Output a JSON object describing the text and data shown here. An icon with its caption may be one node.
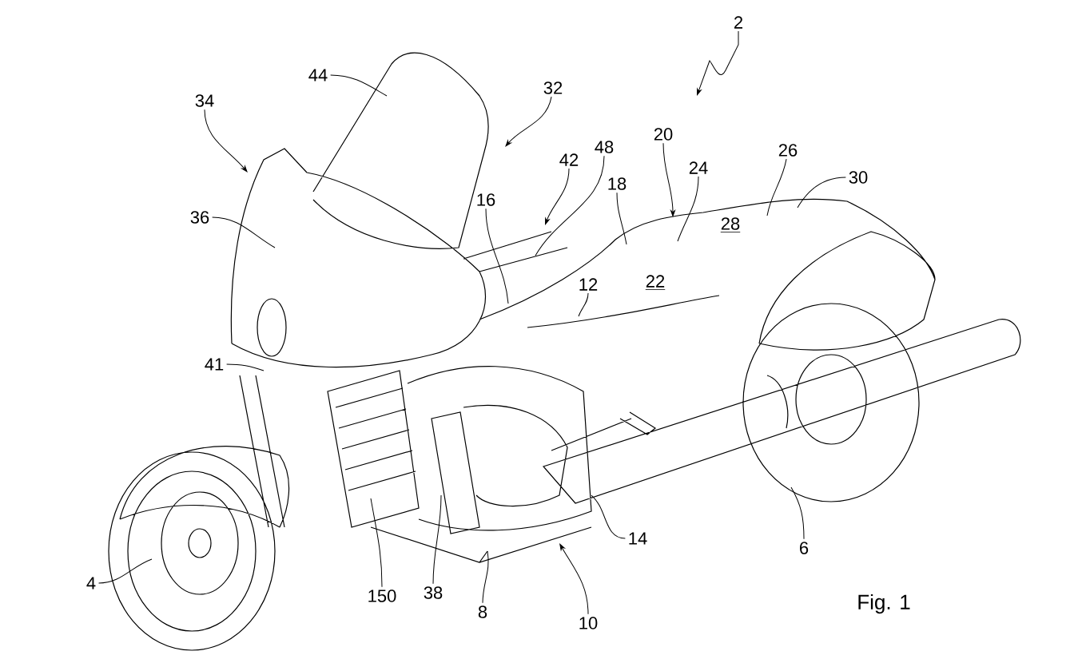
{
  "diagram": {
    "nodes": [
      {
        "text": [
          "2"
        ]
      },
      {
        "text": [
          "44"
        ]
      },
      {
        "text": [
          "34"
        ]
      },
      {
        "text": [
          "32"
        ]
      },
      {
        "text": [
          "36"
        ]
      },
      {
        "text": [
          "16"
        ]
      },
      {
        "text": [
          "42"
        ]
      },
      {
        "text": [
          "48"
        ]
      },
      {
        "text": [
          "18"
        ]
      },
      {
        "text": [
          "12"
        ]
      },
      {
        "text": [
          "20"
        ]
      },
      {
        "text": [
          "24"
        ]
      },
      {
        "text": [
          "26"
        ]
      },
      {
        "text": [
          "30"
        ]
      },
      {
        "text": [
          "41"
        ]
      },
      {
        "text": [
          "4"
        ]
      },
      {
        "text": [
          "150"
        ]
      },
      {
        "text": [
          "38"
        ]
      },
      {
        "text": [
          "8"
        ]
      },
      {
        "text": [
          "10"
        ]
      },
      {
        "text": [
          "14"
        ]
      },
      {
        "text": [
          "6"
        ]
      }
    ],
    "edges": [
      {
        "from": 0,
        "to": null,
        "arrow": "to"
      },
      {
        "from": 1,
        "to": null,
        "arrow": "none"
      },
      {
        "from": 2,
        "to": null,
        "arrow": "to"
      },
      {
        "from": 3,
        "to": null,
        "arrow": "to"
      },
      {
        "from": 4,
        "to": null,
        "arrow": "none"
      },
      {
        "from": 5,
        "to": null,
        "arrow": "none"
      },
      {
        "from": 6,
        "to": null,
        "arrow": "to"
      },
      {
        "from": 7,
        "to": null,
        "arrow": "none"
      },
      {
        "from": 8,
        "to": null,
        "arrow": "none"
      },
      {
        "from": 9,
        "to": null,
        "arrow": "none"
      },
      {
        "from": 10,
        "to": null,
        "arrow": "to"
      },
      {
        "from": 11,
        "to": null,
        "arrow": "none"
      },
      {
        "from": 12,
        "to": null,
        "arrow": "none"
      },
      {
        "from": 13,
        "to": null,
        "arrow": "none"
      },
      {
        "from": 14,
        "to": null,
        "arrow": "none"
      },
      {
        "from": 15,
        "to": null,
        "arrow": "none"
      },
      {
        "from": 16,
        "to": null,
        "arrow": "none"
      },
      {
        "from": 17,
        "to": null,
        "arrow": "none"
      },
      {
        "from": 18,
        "to": null,
        "arrow": "none"
      },
      {
        "from": 19,
        "to": null,
        "arrow": "to"
      },
      {
        "from": 20,
        "to": null,
        "arrow": "none"
      },
      {
        "from": 21,
        "to": null,
        "arrow": "none"
      }
    ],
    "labels": [
      "28",
      "22",
      "Fig. 1"
    ]
  }
}
